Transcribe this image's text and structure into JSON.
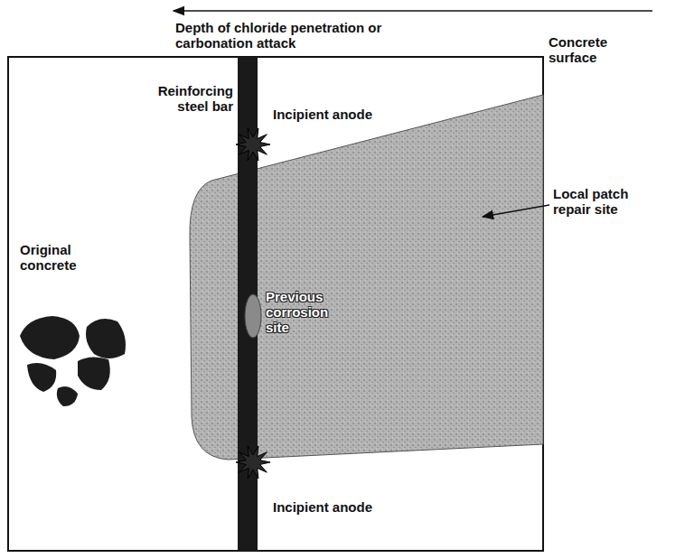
{
  "diagram": {
    "labels": [
      "Depth of chloride penetration or carbonation attack",
      "Concrete surface",
      "Reinforcing steel bar",
      "Incipient anode",
      "Local patch repair site",
      "Original concrete",
      "Previous corrosion site",
      "Incipient anode"
    ]
  }
}
